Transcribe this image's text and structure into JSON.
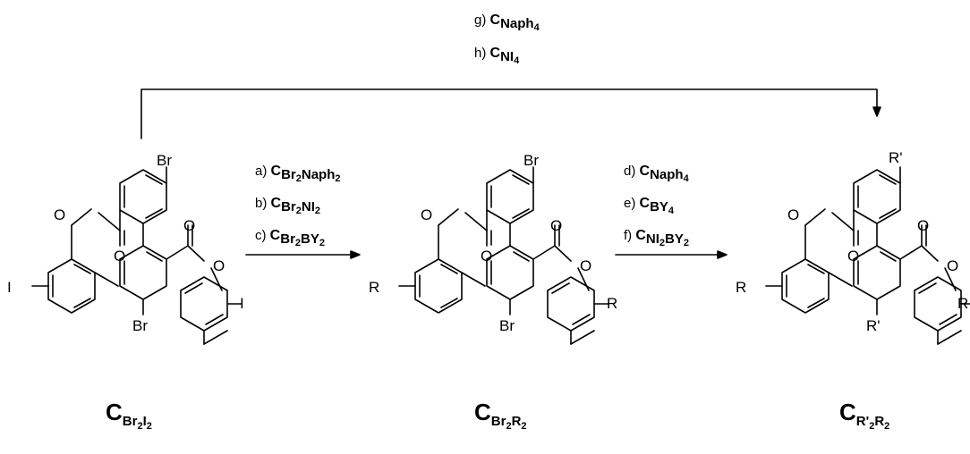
{
  "scheme": {
    "top_route": {
      "g": {
        "prefix": "g) ",
        "main": "C",
        "sub": "Naph",
        "subsub": "4"
      },
      "h": {
        "prefix": "h) ",
        "main": "C",
        "sub": "NI",
        "subsub": "4"
      }
    },
    "step1": {
      "a": {
        "prefix": "a) ",
        "main": "C",
        "sub1": "Br",
        "s1": "2",
        "sub2": "Naph",
        "s2": "2"
      },
      "b": {
        "prefix": "b) ",
        "main": "C",
        "sub1": "Br",
        "s1": "2",
        "sub2": "NI",
        "s2": "2"
      },
      "c": {
        "prefix": "c) ",
        "main": "C",
        "sub1": "Br",
        "s1": "2",
        "sub2": "BY",
        "s2": "2"
      }
    },
    "step2": {
      "d": {
        "prefix": "d) ",
        "main": "C",
        "sub": "Naph",
        "subsub": "4"
      },
      "e": {
        "prefix": "e) ",
        "main": "C",
        "sub": "BY",
        "subsub": "4"
      },
      "f": {
        "prefix": "f) ",
        "main": "C",
        "sub1": "NI",
        "s1": "2",
        "sub2": "BY",
        "s2": "2"
      }
    },
    "atoms": {
      "br": "Br",
      "i": "I",
      "o": "O",
      "r": "R",
      "rprime": "R'"
    },
    "compounds": [
      {
        "main": "C",
        "sub1": "Br",
        "s1": "2",
        "sub2": "I",
        "s2": "2"
      },
      {
        "main": "C",
        "sub1": "Br",
        "s1": "2",
        "sub2": "R",
        "s2": "2"
      },
      {
        "main": "C",
        "sub1": "R'",
        "s1": "2",
        "sub2": "R",
        "s2": "2"
      }
    ]
  }
}
